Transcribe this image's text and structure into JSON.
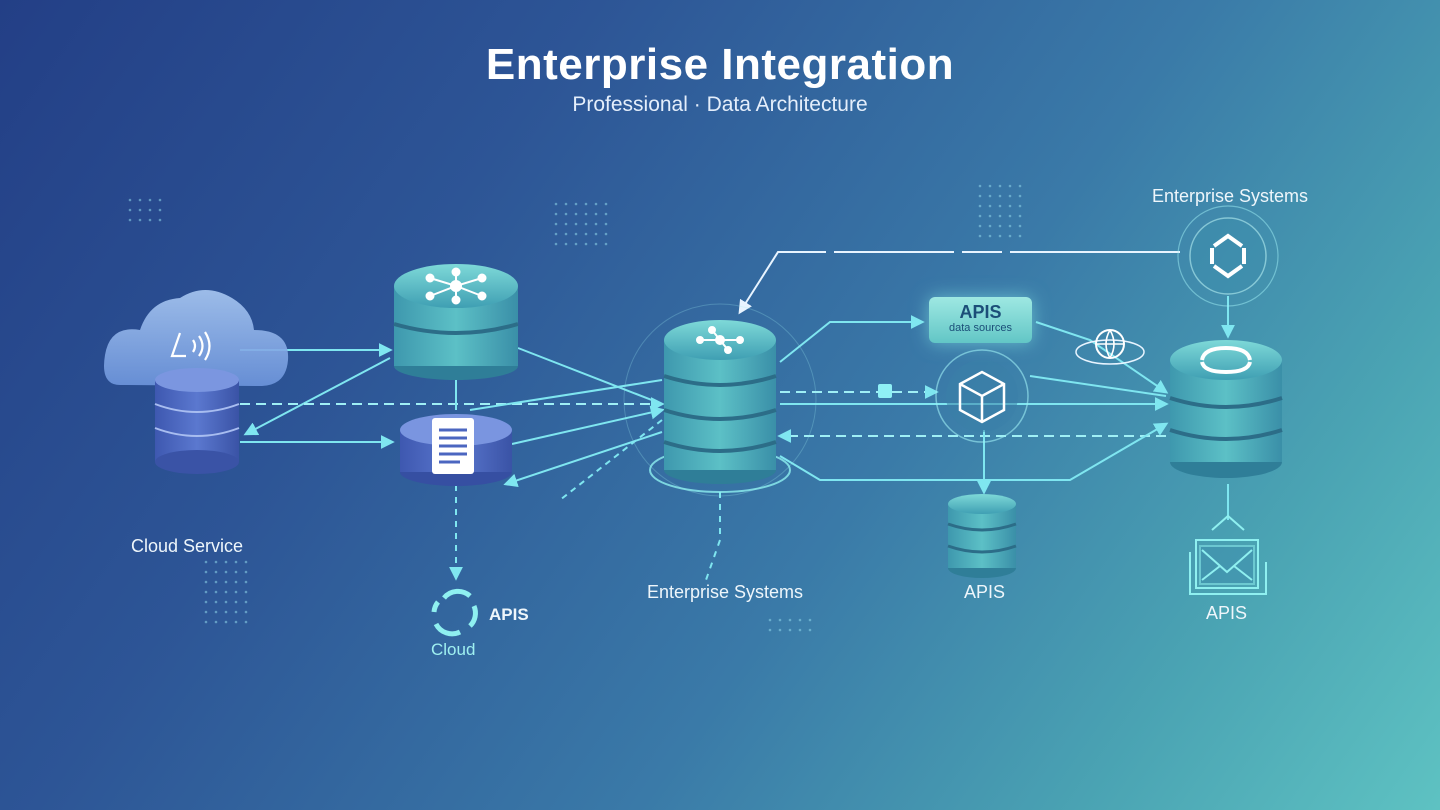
{
  "header": {
    "title": "Enterprise Integration",
    "subtitle": "Professional · Data Architecture"
  },
  "labels": {
    "cloud_service": "Cloud Service",
    "apis_small": "APIS",
    "cloud": "Cloud",
    "enterprise_center": "Enterprise Systems",
    "enterprise_top": "Enterprise Systems",
    "apis_bottom_mid": "APIS",
    "apis_bottom_right": "APIS",
    "apis_chip_title": "APIS",
    "apis_chip_sub": "data sources"
  },
  "colors": {
    "accent": "#7fe6f0",
    "node_teal": "#4fb9c2",
    "node_blue": "#5a73c9"
  },
  "icons": [
    "cloud-icon",
    "signal-icon",
    "network-hub-icon",
    "document-icon",
    "sync-icon",
    "cube-icon",
    "globe-icon",
    "shield-sync-icon",
    "mail-frame-icon"
  ]
}
